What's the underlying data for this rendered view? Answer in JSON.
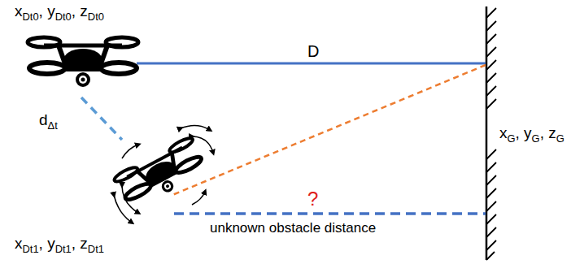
{
  "diagram": {
    "labels": [
      "x",
      "Dt0",
      ", y",
      "Dt0",
      ", z",
      "Dt0",
      "D",
      "d",
      "Δt",
      "x",
      "G",
      ", y",
      "G",
      ", z",
      "G",
      "?",
      "unknown obstacle distance",
      "x",
      "Dt1",
      ", y",
      "Dt1",
      ", z",
      "Dt1"
    ]
  }
}
